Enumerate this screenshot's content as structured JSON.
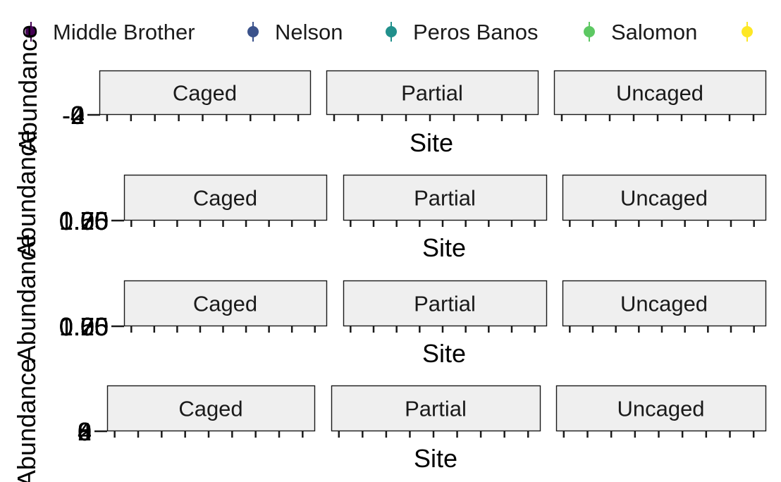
{
  "chart_data": {
    "type": "scatter",
    "legend": {
      "position": "top",
      "entries": [
        {
          "name": "Middle Brother",
          "color": "#440154"
        },
        {
          "name": "Nelson",
          "color": "#3B528B"
        },
        {
          "name": "Peros Banos",
          "color": "#21908C"
        },
        {
          "name": "Salomon",
          "color": "#5DC863"
        },
        {
          "name": "",
          "color": "#FDE725"
        }
      ]
    },
    "grid": false,
    "panels": [
      {
        "facets": [
          "Caged",
          "Partial",
          "Uncaged"
        ],
        "xlabel": "Site",
        "ylabel": "Abundance",
        "y_tick_labels": [
          "-4",
          "-2",
          "0",
          "2",
          "4"
        ],
        "x_ticks_per_facet": [
          9,
          9,
          9
        ],
        "series": []
      },
      {
        "facets": [
          "Caged",
          "Partial",
          "Uncaged"
        ],
        "xlabel": "Site",
        "ylabel": "Abundance",
        "y_tick_labels": [
          "0.00",
          "0.25",
          "0.50",
          "0.75",
          "1.00"
        ],
        "x_ticks_per_facet": [
          9,
          9,
          9
        ],
        "series": []
      },
      {
        "facets": [
          "Caged",
          "Partial",
          "Uncaged"
        ],
        "xlabel": "Site",
        "ylabel": "Abundance",
        "y_tick_labels": [
          "0.00",
          "0.25",
          "0.50",
          "0.75",
          "1.00"
        ],
        "x_ticks_per_facet": [
          9,
          9,
          9
        ],
        "series": []
      },
      {
        "facets": [
          "Caged",
          "Partial",
          "Uncaged"
        ],
        "xlabel": "Site",
        "ylabel": "Abundance",
        "y_tick_labels": [
          "0",
          "2",
          "4",
          "6",
          "8"
        ],
        "x_ticks_per_facet": [
          9,
          9,
          9
        ],
        "series": []
      }
    ]
  }
}
